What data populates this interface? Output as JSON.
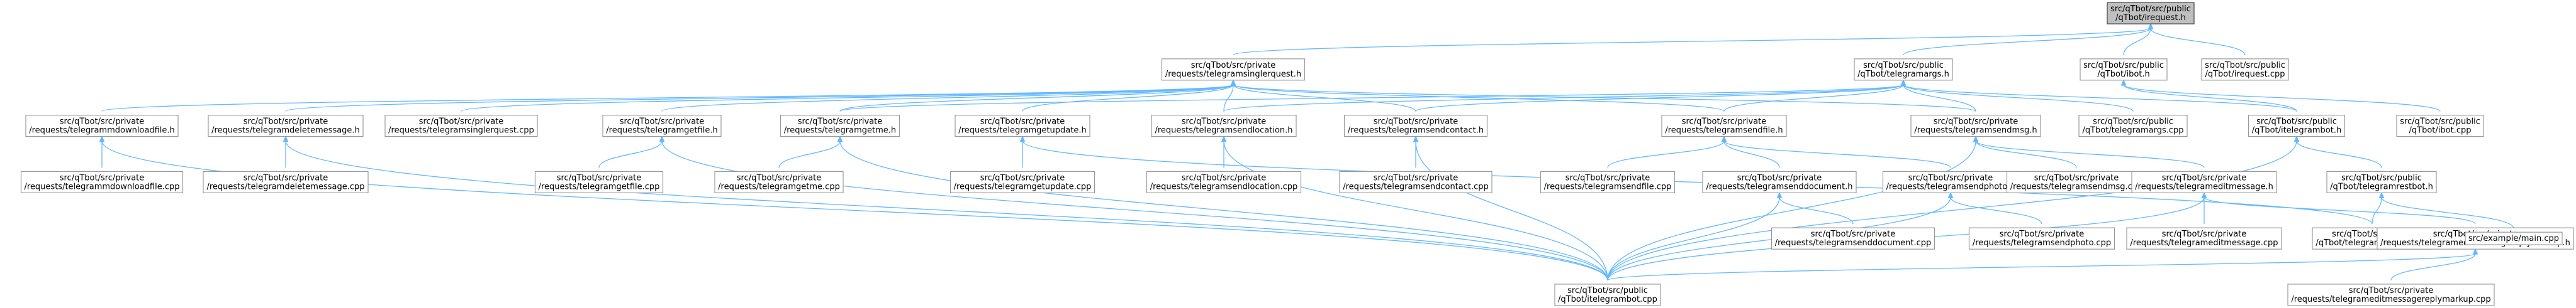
{
  "colors": {
    "edge": "#63b8ff",
    "node_border": "#999999",
    "root_fill": "#bfbfbf",
    "root_border": "#404040"
  },
  "nodes": [
    {
      "id": "root",
      "lines": [
        "src/qTbot/src/public",
        "/qTbot/irequest.h"
      ],
      "root": true
    },
    {
      "id": "singlereq_h",
      "lines": [
        "src/qTbot/src/private",
        "/requests/telegramsinglerquest.h"
      ]
    },
    {
      "id": "args_h",
      "lines": [
        "src/qTbot/src/public",
        "/qTbot/telegramargs.h"
      ]
    },
    {
      "id": "ibot_h",
      "lines": [
        "src/qTbot/src/public",
        "/qTbot/ibot.h"
      ]
    },
    {
      "id": "irequest_cpp",
      "lines": [
        "src/qTbot/src/public",
        "/qTbot/irequest.cpp"
      ]
    },
    {
      "id": "dl_h",
      "lines": [
        "src/qTbot/src/private",
        "/requests/telegrammdownloadfile.h"
      ]
    },
    {
      "id": "del_h",
      "lines": [
        "src/qTbot/src/private",
        "/requests/telegramdeletemessage.h"
      ]
    },
    {
      "id": "singlereq_cpp",
      "lines": [
        "src/qTbot/src/private",
        "/requests/telegramsinglerquest.cpp"
      ]
    },
    {
      "id": "getfile_h",
      "lines": [
        "src/qTbot/src/private",
        "/requests/telegramgetfile.h"
      ]
    },
    {
      "id": "getme_h",
      "lines": [
        "src/qTbot/src/private",
        "/requests/telegramgetme.h"
      ]
    },
    {
      "id": "getupdate_h",
      "lines": [
        "src/qTbot/src/private",
        "/requests/telegramgetupdate.h"
      ]
    },
    {
      "id": "sendloc_h",
      "lines": [
        "src/qTbot/src/private",
        "/requests/telegramsendlocation.h"
      ]
    },
    {
      "id": "sendcontact_h",
      "lines": [
        "src/qTbot/src/private",
        "/requests/telegramsendcontact.h"
      ]
    },
    {
      "id": "sendfile_h",
      "lines": [
        "src/qTbot/src/private",
        "/requests/telegramsendfile.h"
      ]
    },
    {
      "id": "sendmsg_h",
      "lines": [
        "src/qTbot/src/private",
        "/requests/telegramsendmsg.h"
      ]
    },
    {
      "id": "args_cpp",
      "lines": [
        "src/qTbot/src/public",
        "/qTbot/telegramargs.cpp"
      ]
    },
    {
      "id": "tbot_h",
      "lines": [
        "src/qTbot/src/public",
        "/qTbot/itelegrambot.h"
      ]
    },
    {
      "id": "ibot_cpp",
      "lines": [
        "src/qTbot/src/public",
        "/qTbot/ibot.cpp"
      ]
    },
    {
      "id": "dl_cpp",
      "lines": [
        "src/qTbot/src/private",
        "/requests/telegrammdownloadfile.cpp"
      ]
    },
    {
      "id": "del_cpp",
      "lines": [
        "src/qTbot/src/private",
        "/requests/telegramdeletemessage.cpp"
      ]
    },
    {
      "id": "getfile_cpp",
      "lines": [
        "src/qTbot/src/private",
        "/requests/telegramgetfile.cpp"
      ]
    },
    {
      "id": "getme_cpp",
      "lines": [
        "src/qTbot/src/private",
        "/requests/telegramgetme.cpp"
      ]
    },
    {
      "id": "getupdate_cpp",
      "lines": [
        "src/qTbot/src/private",
        "/requests/telegramgetupdate.cpp"
      ]
    },
    {
      "id": "sendloc_cpp",
      "lines": [
        "src/qTbot/src/private",
        "/requests/telegramsendlocation.cpp"
      ]
    },
    {
      "id": "sendcontact_cpp",
      "lines": [
        "src/qTbot/src/private",
        "/requests/telegramsendcontact.cpp"
      ]
    },
    {
      "id": "sendfile_cpp",
      "lines": [
        "src/qTbot/src/private",
        "/requests/telegramsendfile.cpp"
      ]
    },
    {
      "id": "senddoc_h",
      "lines": [
        "src/qTbot/src/private",
        "/requests/telegramsenddocument.h"
      ]
    },
    {
      "id": "sendphoto_h",
      "lines": [
        "src/qTbot/src/private",
        "/requests/telegramsendphoto.h"
      ]
    },
    {
      "id": "sendmsg_cpp",
      "lines": [
        "src/qTbot/src/private",
        "/requests/telegramsendmsg.cpp"
      ]
    },
    {
      "id": "edit_h",
      "lines": [
        "src/qTbot/src/private",
        "/requests/telegrameditmessage.h"
      ]
    },
    {
      "id": "restbot_h",
      "lines": [
        "src/qTbot/src/public",
        "/qTbot/telegramrestbot.h"
      ]
    },
    {
      "id": "senddoc_cpp",
      "lines": [
        "src/qTbot/src/private",
        "/requests/telegramsenddocument.cpp"
      ]
    },
    {
      "id": "sendphoto_cpp",
      "lines": [
        "src/qTbot/src/private",
        "/requests/telegramsendphoto.cpp"
      ]
    },
    {
      "id": "edit_cpp",
      "lines": [
        "src/qTbot/src/private",
        "/requests/telegrameditmessage.cpp"
      ]
    },
    {
      "id": "restbot_cpp",
      "lines": [
        "src/qTbot/src/public",
        "/qTbot/telegramrestbot.cpp"
      ]
    },
    {
      "id": "editmarkup_h",
      "lines": [
        "src/qTbot/src/private",
        "/requests/telegrameditmessagereplymarkup.h"
      ]
    },
    {
      "id": "main_cpp",
      "lines": [
        "src/example/main.cpp"
      ]
    },
    {
      "id": "tbot_cpp",
      "lines": [
        "src/qTbot/src/public",
        "/qTbot/itelegrambot.cpp"
      ]
    },
    {
      "id": "editmarkup_cpp",
      "lines": [
        "src/qTbot/src/private",
        "/requests/telegrameditmessagereplymarkup.cpp"
      ]
    }
  ],
  "edges": [
    [
      "root",
      "singlereq_h"
    ],
    [
      "root",
      "args_h"
    ],
    [
      "root",
      "ibot_h"
    ],
    [
      "root",
      "irequest_cpp"
    ],
    [
      "singlereq_h",
      "dl_h"
    ],
    [
      "singlereq_h",
      "del_h"
    ],
    [
      "singlereq_h",
      "singlereq_cpp"
    ],
    [
      "singlereq_h",
      "getfile_h"
    ],
    [
      "singlereq_h",
      "getme_h"
    ],
    [
      "singlereq_h",
      "getupdate_h"
    ],
    [
      "singlereq_h",
      "sendloc_h"
    ],
    [
      "singlereq_h",
      "sendcontact_h"
    ],
    [
      "singlereq_h",
      "sendfile_h"
    ],
    [
      "singlereq_h",
      "sendmsg_h"
    ],
    [
      "args_h",
      "getme_h"
    ],
    [
      "args_h",
      "sendloc_h"
    ],
    [
      "args_h",
      "sendcontact_h"
    ],
    [
      "args_h",
      "sendfile_h"
    ],
    [
      "args_h",
      "sendmsg_h"
    ],
    [
      "args_h",
      "args_cpp"
    ],
    [
      "args_h",
      "tbot_h"
    ],
    [
      "ibot_h",
      "tbot_h"
    ],
    [
      "ibot_h",
      "ibot_cpp"
    ],
    [
      "dl_h",
      "dl_cpp"
    ],
    [
      "dl_h",
      "tbot_cpp"
    ],
    [
      "del_h",
      "del_cpp"
    ],
    [
      "del_h",
      "tbot_cpp"
    ],
    [
      "getfile_h",
      "getfile_cpp"
    ],
    [
      "getfile_h",
      "tbot_cpp"
    ],
    [
      "getme_h",
      "getme_cpp"
    ],
    [
      "getme_h",
      "tbot_cpp"
    ],
    [
      "getupdate_h",
      "getupdate_cpp"
    ],
    [
      "getupdate_h",
      "restbot_cpp"
    ],
    [
      "sendloc_h",
      "sendloc_cpp"
    ],
    [
      "sendloc_h",
      "tbot_cpp"
    ],
    [
      "sendcontact_h",
      "sendcontact_cpp"
    ],
    [
      "sendcontact_h",
      "tbot_cpp"
    ],
    [
      "sendfile_h",
      "sendfile_cpp"
    ],
    [
      "sendfile_h",
      "senddoc_h"
    ],
    [
      "sendfile_h",
      "sendphoto_h"
    ],
    [
      "senddoc_h",
      "senddoc_cpp"
    ],
    [
      "senddoc_h",
      "tbot_cpp"
    ],
    [
      "sendphoto_h",
      "sendphoto_cpp"
    ],
    [
      "sendphoto_h",
      "tbot_cpp"
    ],
    [
      "sendmsg_h",
      "sendmsg_cpp"
    ],
    [
      "sendmsg_h",
      "edit_h"
    ],
    [
      "sendmsg_h",
      "tbot_cpp"
    ],
    [
      "edit_h",
      "edit_cpp"
    ],
    [
      "edit_h",
      "editmarkup_h"
    ],
    [
      "edit_h",
      "tbot_cpp"
    ],
    [
      "editmarkup_h",
      "editmarkup_cpp"
    ],
    [
      "editmarkup_h",
      "tbot_cpp"
    ],
    [
      "tbot_h",
      "restbot_h"
    ],
    [
      "tbot_h",
      "tbot_cpp"
    ],
    [
      "restbot_h",
      "restbot_cpp"
    ],
    [
      "restbot_h",
      "main_cpp"
    ]
  ]
}
